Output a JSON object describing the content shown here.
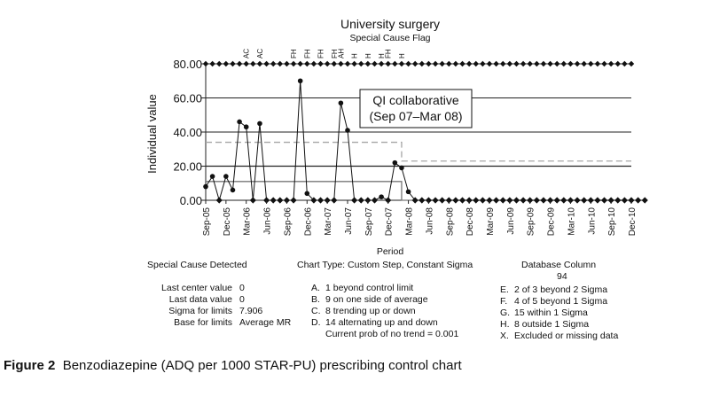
{
  "chart_data": {
    "type": "line",
    "title": "University surgery",
    "subtitle": "Special Cause Flag",
    "xlabel": "Period",
    "ylabel": "Individual value",
    "ylim": [
      0,
      80
    ],
    "yticks": [
      "0.00",
      "20.00",
      "40.00",
      "60.00",
      "80.00"
    ],
    "grid": true,
    "x_tick_labels": [
      "Sep-05",
      "Dec-05",
      "Mar-06",
      "Jun-06",
      "Sep-06",
      "Dec-06",
      "Mar-07",
      "Jun-07",
      "Sep-07",
      "Dec-07",
      "Mar-08",
      "Jun-08",
      "Sep-08",
      "Dec-08",
      "Mar-09",
      "Jun-09",
      "Sep-09",
      "Dec-09",
      "Mar-10",
      "Jun-10",
      "Sep-10",
      "Dec-10"
    ],
    "first_period": "Sep-05",
    "last_period": "Dec-10",
    "values": [
      8,
      14,
      0,
      14,
      6,
      46,
      43,
      0,
      45,
      0,
      0,
      0,
      0,
      0,
      70,
      4,
      0,
      0,
      0,
      0,
      57,
      41,
      0,
      0,
      0,
      0,
      2,
      0,
      22,
      19,
      5,
      0,
      0,
      0,
      0,
      0,
      0,
      0,
      0,
      0,
      0,
      0,
      0,
      0,
      0,
      0,
      0,
      0,
      0,
      0,
      0,
      0,
      0,
      0,
      0,
      0,
      0,
      0,
      0,
      0,
      0,
      0,
      0,
      0,
      0,
      0
    ],
    "flag_labels": [
      {
        "month": "Mar-06",
        "label": "AC"
      },
      {
        "month": "May-06",
        "label": "AC"
      },
      {
        "month": "Oct-06",
        "label": "FH"
      },
      {
        "month": "Dec-06",
        "label": "FH"
      },
      {
        "month": "Feb-07",
        "label": "FH"
      },
      {
        "month": "Apr-07",
        "label": "FH"
      },
      {
        "month": "May-07",
        "label": "AH"
      },
      {
        "month": "Jul-07",
        "label": "H"
      },
      {
        "month": "Sep-07",
        "label": "H"
      },
      {
        "month": "Nov-07",
        "label": "H"
      },
      {
        "month": "Dec-07",
        "label": "FH"
      },
      {
        "month": "Feb-08",
        "label": "H"
      }
    ],
    "flag_level": 80,
    "steps": [
      {
        "name": "upper_control_limit",
        "segments": [
          {
            "from": "Sep-05",
            "to": "Feb-08",
            "value": 34
          },
          {
            "from": "Mar-08",
            "to": "Dec-10",
            "value": 23
          }
        ]
      },
      {
        "name": "center_line_upper",
        "segments": [
          {
            "from": "Sep-05",
            "to": "Feb-08",
            "value": 20
          },
          {
            "from": "Mar-08",
            "to": "Dec-10",
            "value": 20
          }
        ]
      },
      {
        "name": "center_line",
        "segments": [
          {
            "from": "Sep-05",
            "to": "Feb-08",
            "value": 11
          },
          {
            "from": "Mar-08",
            "to": "Dec-10",
            "value": 0
          }
        ]
      }
    ],
    "annotation": {
      "line1": "QI collaborative",
      "line2": "(Sep 07–Mar 08)"
    }
  },
  "special_cause": {
    "title": "Special Cause Detected",
    "rows": [
      {
        "label": "Last center value",
        "value": "0"
      },
      {
        "label": "Last data value",
        "value": "0"
      },
      {
        "label": "Sigma for limits",
        "value": "7.906"
      },
      {
        "label": "Base for limits",
        "value": "Average MR"
      }
    ]
  },
  "chart_type": {
    "title": "Chart Type: Custom Step, Constant Sigma",
    "rules": [
      {
        "key": "A.",
        "text": "1 beyond control limit"
      },
      {
        "key": "B.",
        "text": "9 on one side of average"
      },
      {
        "key": "C.",
        "text": "8 trending up or down"
      },
      {
        "key": "D.",
        "text": "14 alternating up and down"
      }
    ],
    "trend_note": "Current prob of no trend = 0.001"
  },
  "database": {
    "title": "Database Column",
    "value": "94",
    "rules": [
      {
        "key": "E.",
        "text": "2 of 3 beyond 2 Sigma"
      },
      {
        "key": "F.",
        "text": "4 of 5 beyond 1 Sigma"
      },
      {
        "key": "G.",
        "text": "15 within 1 Sigma"
      },
      {
        "key": "H.",
        "text": "8 outside 1 Sigma"
      },
      {
        "key": "X.",
        "text": "Excluded or missing data"
      }
    ]
  },
  "caption": {
    "label": "Figure 2",
    "text": "Benzodiazepine (ADQ per 1000 STAR-PU) prescribing control chart"
  },
  "colors": {
    "grid": "#222222",
    "ucl": "#a6a6a6",
    "center": "#777777",
    "data": "#111111"
  }
}
